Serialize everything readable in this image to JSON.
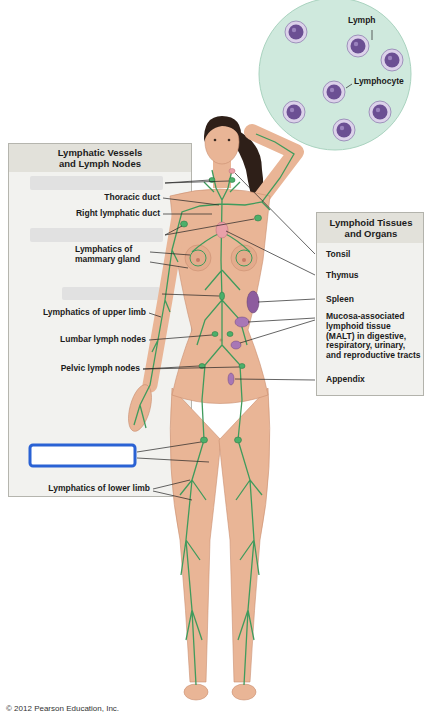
{
  "diagram": {
    "nodes": [
      {
        "text": [
          "Lymph",
          "Lymphocyte"
        ]
      },
      {
        "text": [
          "Lymphatic Vessels and Lymph Nodes",
          "Thoracic duct",
          "Right lymphatic duct",
          "Lymphatics of mammary gland",
          "Lymphatics of upper limb",
          "Lumbar lymph nodes",
          "Pelvic lymph nodes",
          "Lymphatics of lower limb"
        ]
      },
      {
        "text": [
          "Lymphoid Tissues and Organs",
          "Tonsil",
          "Thymus",
          "Spleen",
          "Mucosa-associated lymphoid tissue (MALT) in digestive, respiratory, urinary, and reproductive tracts",
          "Appendix"
        ]
      }
    ],
    "labels": [
      "© 2012 Pearson Education, Inc."
    ]
  }
}
